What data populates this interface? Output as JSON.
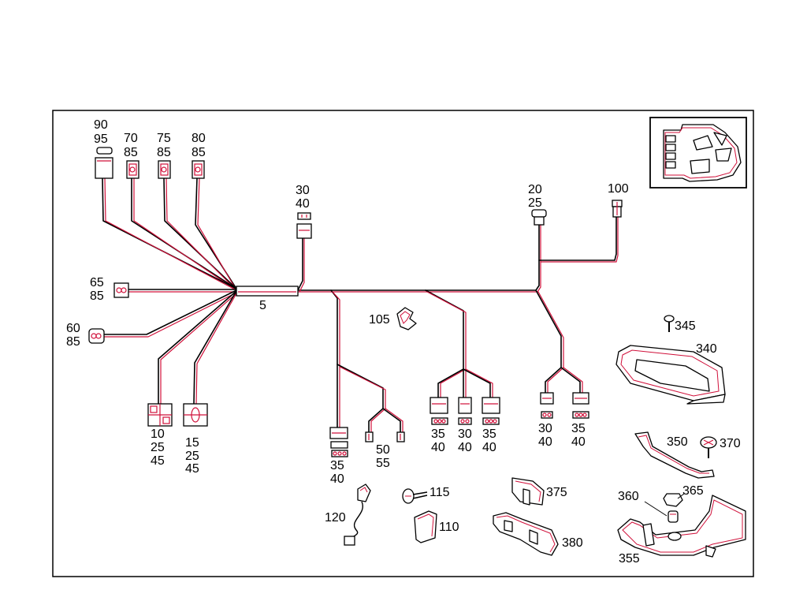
{
  "labels": {
    "l90": "90",
    "l95": "95",
    "l70": "70",
    "l85a": "85",
    "l75": "75",
    "l85b": "85",
    "l80": "80",
    "l85c": "85",
    "l30a": "30",
    "l40a": "40",
    "l20": "20",
    "l25a": "25",
    "l100": "100",
    "l65": "65",
    "l85d": "85",
    "l60": "60",
    "l85e": "85",
    "l5": "5",
    "l105": "105",
    "l345": "345",
    "l340": "340",
    "l10": "10",
    "l25b": "25",
    "l45a": "45",
    "l15": "15",
    "l25c": "25",
    "l45b": "45",
    "l35a": "35",
    "l40b": "40",
    "l50": "50",
    "l55": "55",
    "l35b": "35",
    "l40c": "40",
    "l30b": "30",
    "l40d": "40",
    "l35c": "35",
    "l40e": "40",
    "l30c": "30",
    "l40f": "40",
    "l35d": "35",
    "l40g": "40",
    "l350": "350",
    "l370": "370",
    "l115": "115",
    "l375": "375",
    "l360": "360",
    "l365": "365",
    "l120": "120",
    "l110": "110",
    "l380": "380",
    "l355": "355"
  }
}
